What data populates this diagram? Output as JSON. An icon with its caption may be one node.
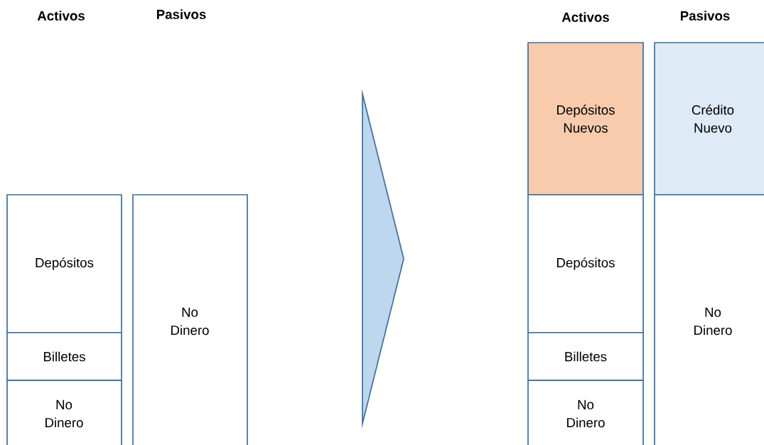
{
  "diagram": {
    "nodes": [
      {
        "text": [
          "Depósitos"
        ]
      },
      {
        "text": [
          "Billetes"
        ]
      },
      {
        "text": [
          "No Dinero"
        ]
      },
      {
        "text": [
          "No Dinero"
        ]
      },
      {
        "text": [
          "Depósitos Nuevos"
        ]
      },
      {
        "text": [
          "Crédito Nuevo"
        ]
      },
      {
        "text": [
          "Depósitos"
        ]
      },
      {
        "text": [
          "Billetes"
        ]
      },
      {
        "text": [
          "No Dinero"
        ]
      },
      {
        "text": [
          "No Dinero"
        ]
      }
    ],
    "labels": [
      "Activos",
      "Pasivos",
      "Activos",
      "Pasivos"
    ]
  }
}
